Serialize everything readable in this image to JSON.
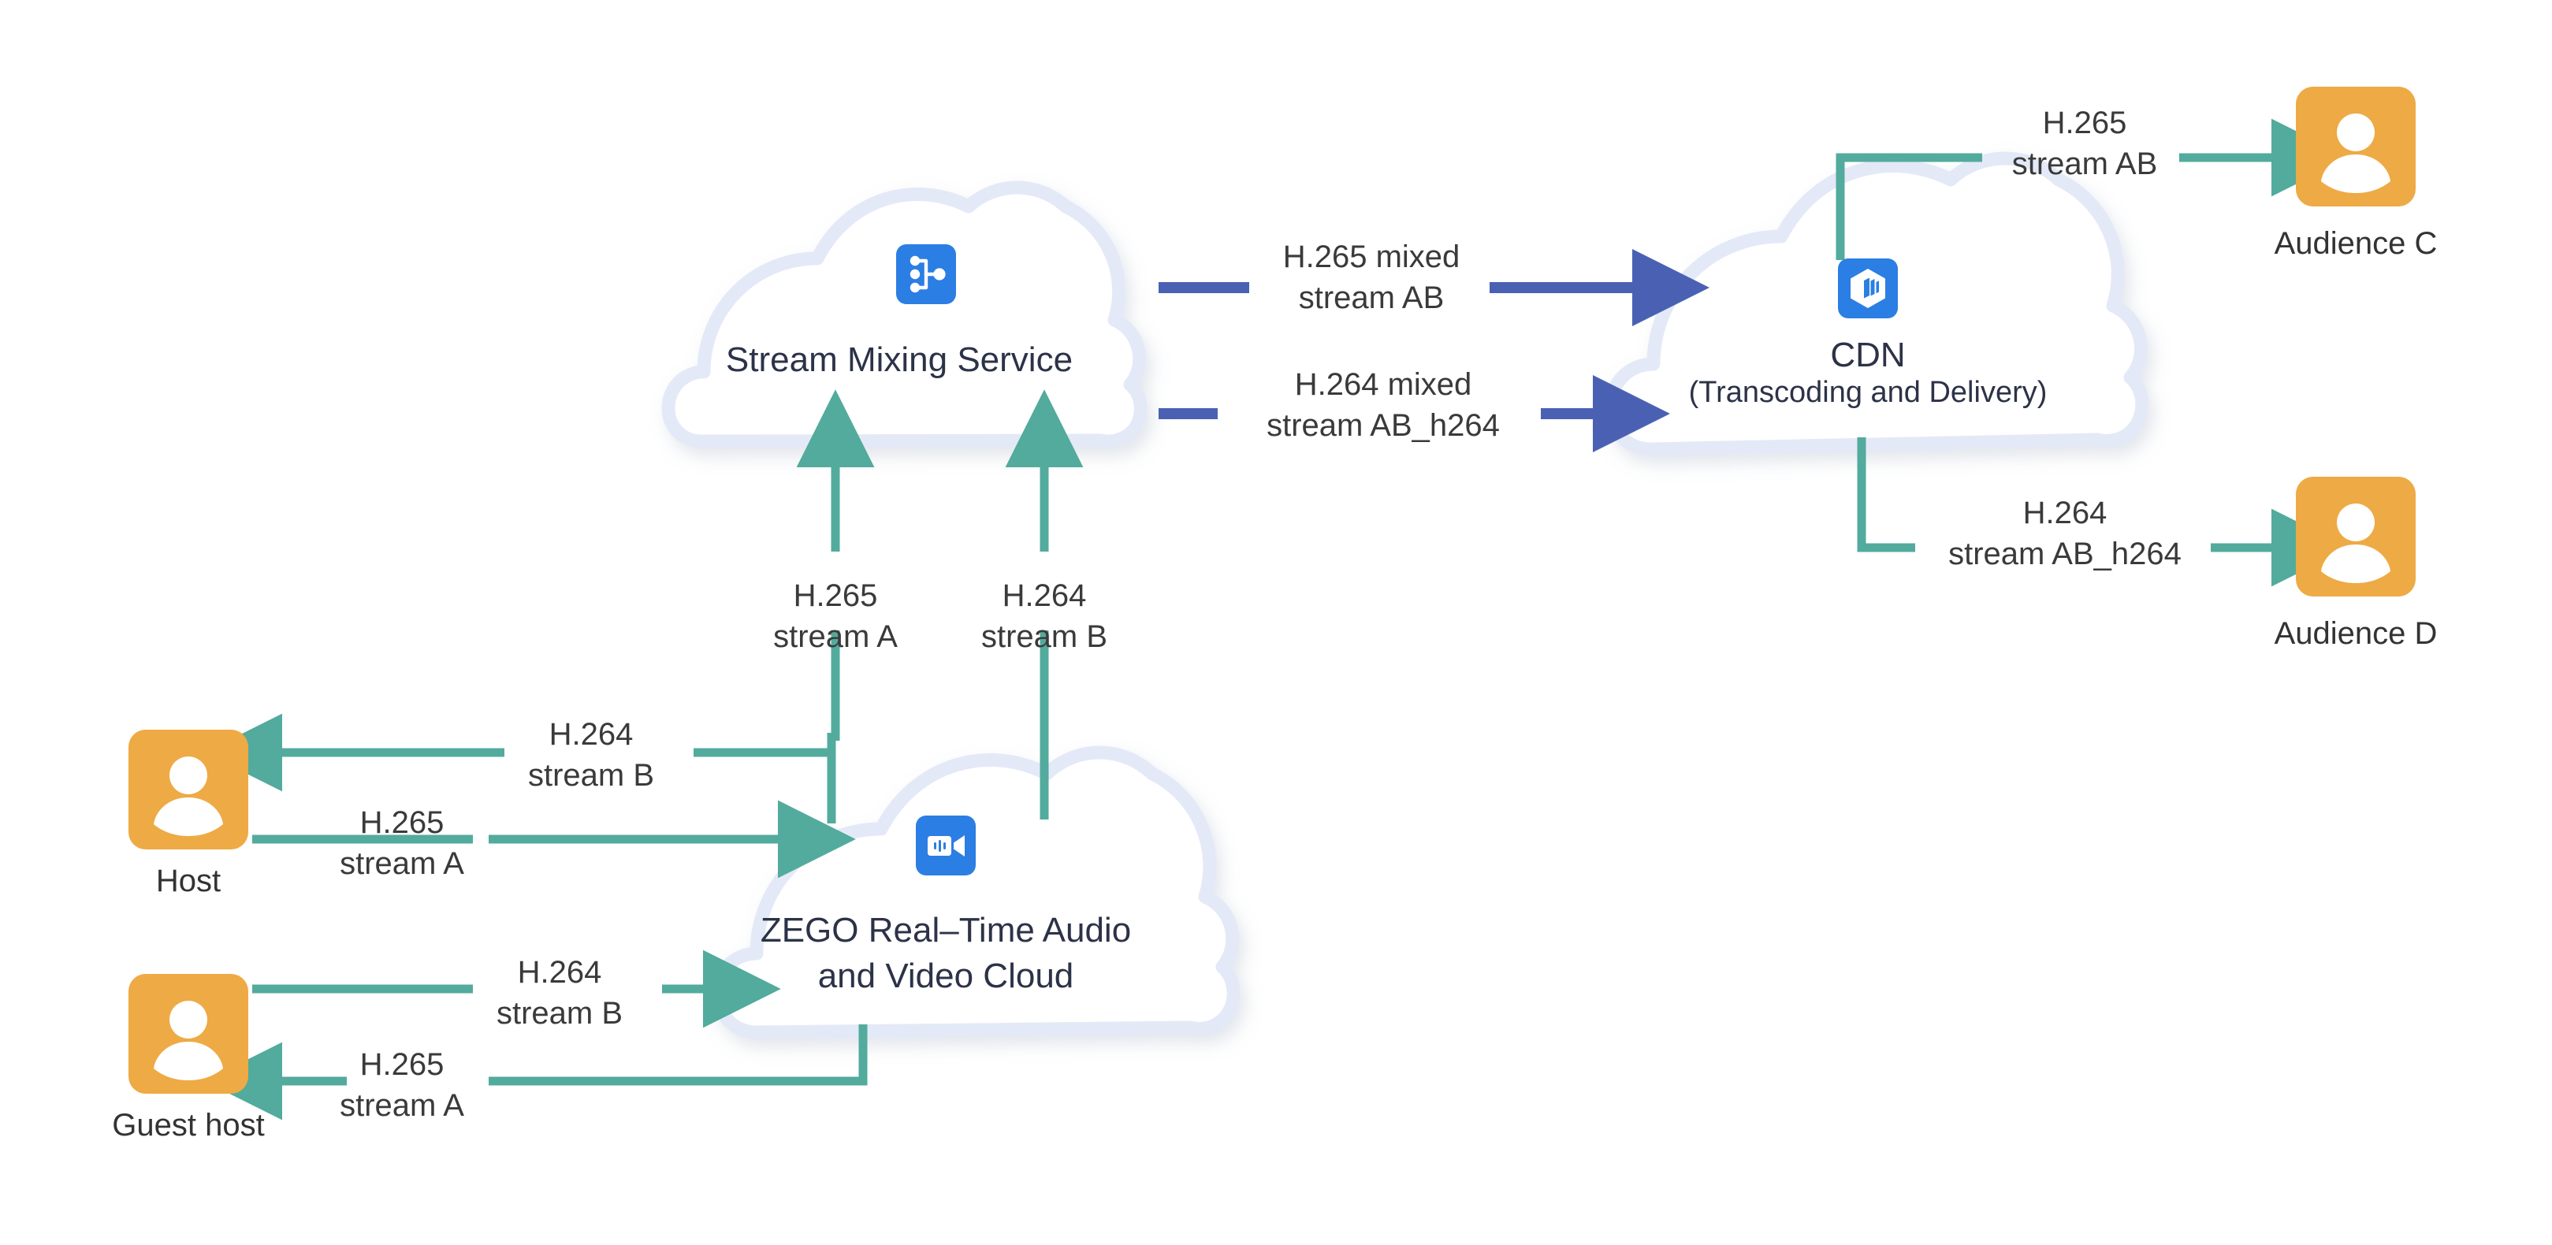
{
  "diagram": {
    "title": "ZEGO stream mixing and CDN delivery with H.265/H.264 transcoding",
    "colors": {
      "green_arrow": "#52ab9d",
      "blue_arrow": "#4a61b3",
      "person_tile": "#eeaa44",
      "cloud_outline": "#e4e9f8",
      "cloud_fill": "#ffffff",
      "icon_blue": "#2b7ee3",
      "node_text": "#2c3348",
      "edge_text": "#3a3a3a"
    }
  },
  "nodes": {
    "stream_mixing": {
      "label": "Stream Mixing Service",
      "icon": "stream-mixing-icon"
    },
    "cdn": {
      "label_line1": "CDN",
      "label_line2": "(Transcoding and Delivery)",
      "icon": "cdn-cube-icon"
    },
    "zego_cloud": {
      "label_line1": "ZEGO Real–Time Audio",
      "label_line2": "and Video Cloud",
      "icon": "video-camera-icon"
    },
    "host": {
      "label": "Host",
      "icon": "user-avatar-icon"
    },
    "guest_host": {
      "label": "Guest host",
      "icon": "user-avatar-icon"
    },
    "audience_c": {
      "label": "Audience C",
      "icon": "user-avatar-icon"
    },
    "audience_d": {
      "label": "Audience D",
      "icon": "user-avatar-icon"
    }
  },
  "edges": [
    {
      "id": "host-publish",
      "line1": "H.265",
      "line2": "stream A",
      "color": "green",
      "from": "host",
      "to": "zego_cloud"
    },
    {
      "id": "host-play",
      "line1": "H.264",
      "line2": "stream B",
      "color": "green",
      "from": "zego_cloud",
      "to": "host"
    },
    {
      "id": "guest-publish",
      "line1": "H.264",
      "line2": "stream B",
      "color": "green",
      "from": "guest_host",
      "to": "zego_cloud"
    },
    {
      "id": "guest-play",
      "line1": "H.265",
      "line2": "stream A",
      "color": "green",
      "from": "zego_cloud",
      "to": "guest_host"
    },
    {
      "id": "mix-in-a",
      "line1": "H.265",
      "line2": "stream A",
      "color": "green",
      "from": "zego_cloud",
      "to": "stream_mixing"
    },
    {
      "id": "mix-in-b",
      "line1": "H.264",
      "line2": "stream B",
      "color": "green",
      "from": "zego_cloud",
      "to": "stream_mixing"
    },
    {
      "id": "mix-out-h265",
      "line1": "H.265 mixed",
      "line2": "stream AB",
      "color": "blue",
      "from": "stream_mixing",
      "to": "cdn"
    },
    {
      "id": "mix-out-h264",
      "line1": "H.264 mixed",
      "line2": "stream AB_h264",
      "color": "blue",
      "from": "stream_mixing",
      "to": "cdn"
    },
    {
      "id": "cdn-to-audience-c",
      "line1": "H.265",
      "line2": "stream AB",
      "color": "green",
      "from": "cdn",
      "to": "audience_c"
    },
    {
      "id": "cdn-to-audience-d",
      "line1": "H.264",
      "line2": "stream AB_h264",
      "color": "green",
      "from": "cdn",
      "to": "audience_d"
    }
  ]
}
